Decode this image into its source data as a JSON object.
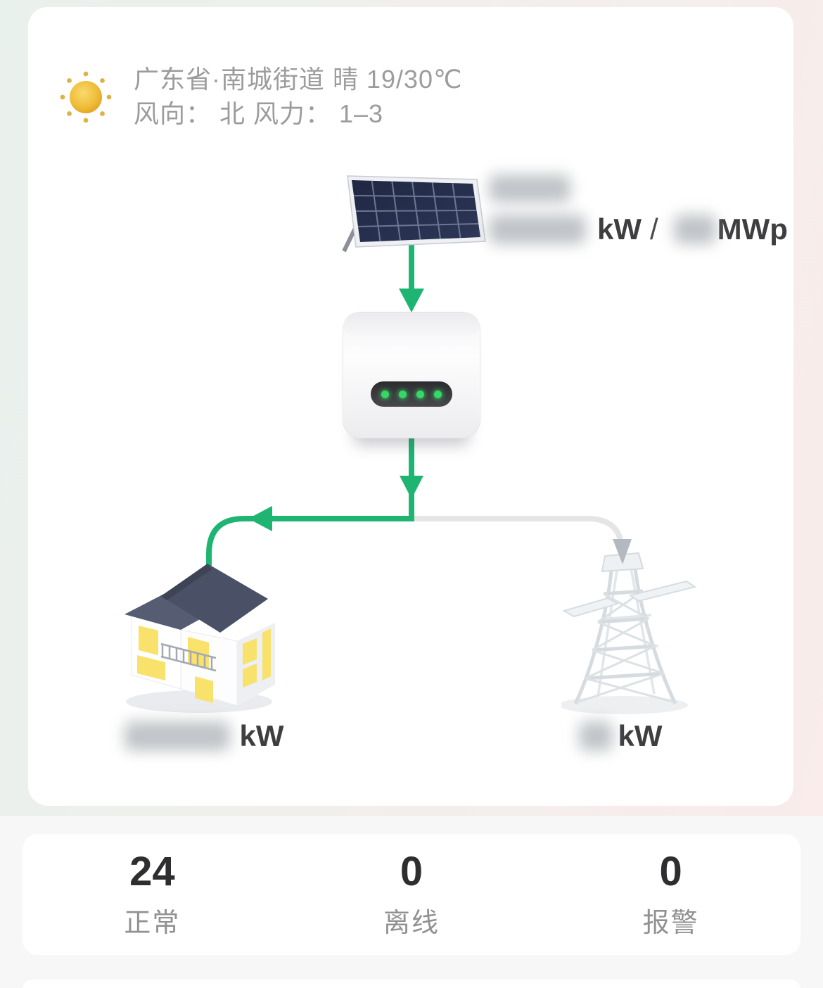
{
  "weather": {
    "icon": "sun-icon",
    "line1": "广东省·南城街道 晴 19/30℃",
    "line2": "风向： 北 风力： 1–3"
  },
  "pv_stats": {
    "percentage_value_blurred": true,
    "power_value_blurred": true,
    "power_unit": "kW",
    "separator": "/",
    "capacity_value_blurred": true,
    "capacity_unit": "MWp"
  },
  "house_load": {
    "value_blurred": true,
    "unit": "kW"
  },
  "grid": {
    "value_blurred": true,
    "unit": "kW"
  },
  "status_summary": {
    "items": [
      {
        "value": "24",
        "label": "正常"
      },
      {
        "value": "0",
        "label": "离线"
      },
      {
        "value": "0",
        "label": "报警"
      }
    ]
  },
  "colors": {
    "flow_active_green": "#1eb573",
    "flow_inactive_gray": "#e4e5e7",
    "indicator_dot_green": "#35d866",
    "window_yellow": "#f8e26b",
    "roof_dark": "#4a5065",
    "bg_gradient_left": "#e9f1ed",
    "bg_gradient_right": "#f9eceb"
  }
}
